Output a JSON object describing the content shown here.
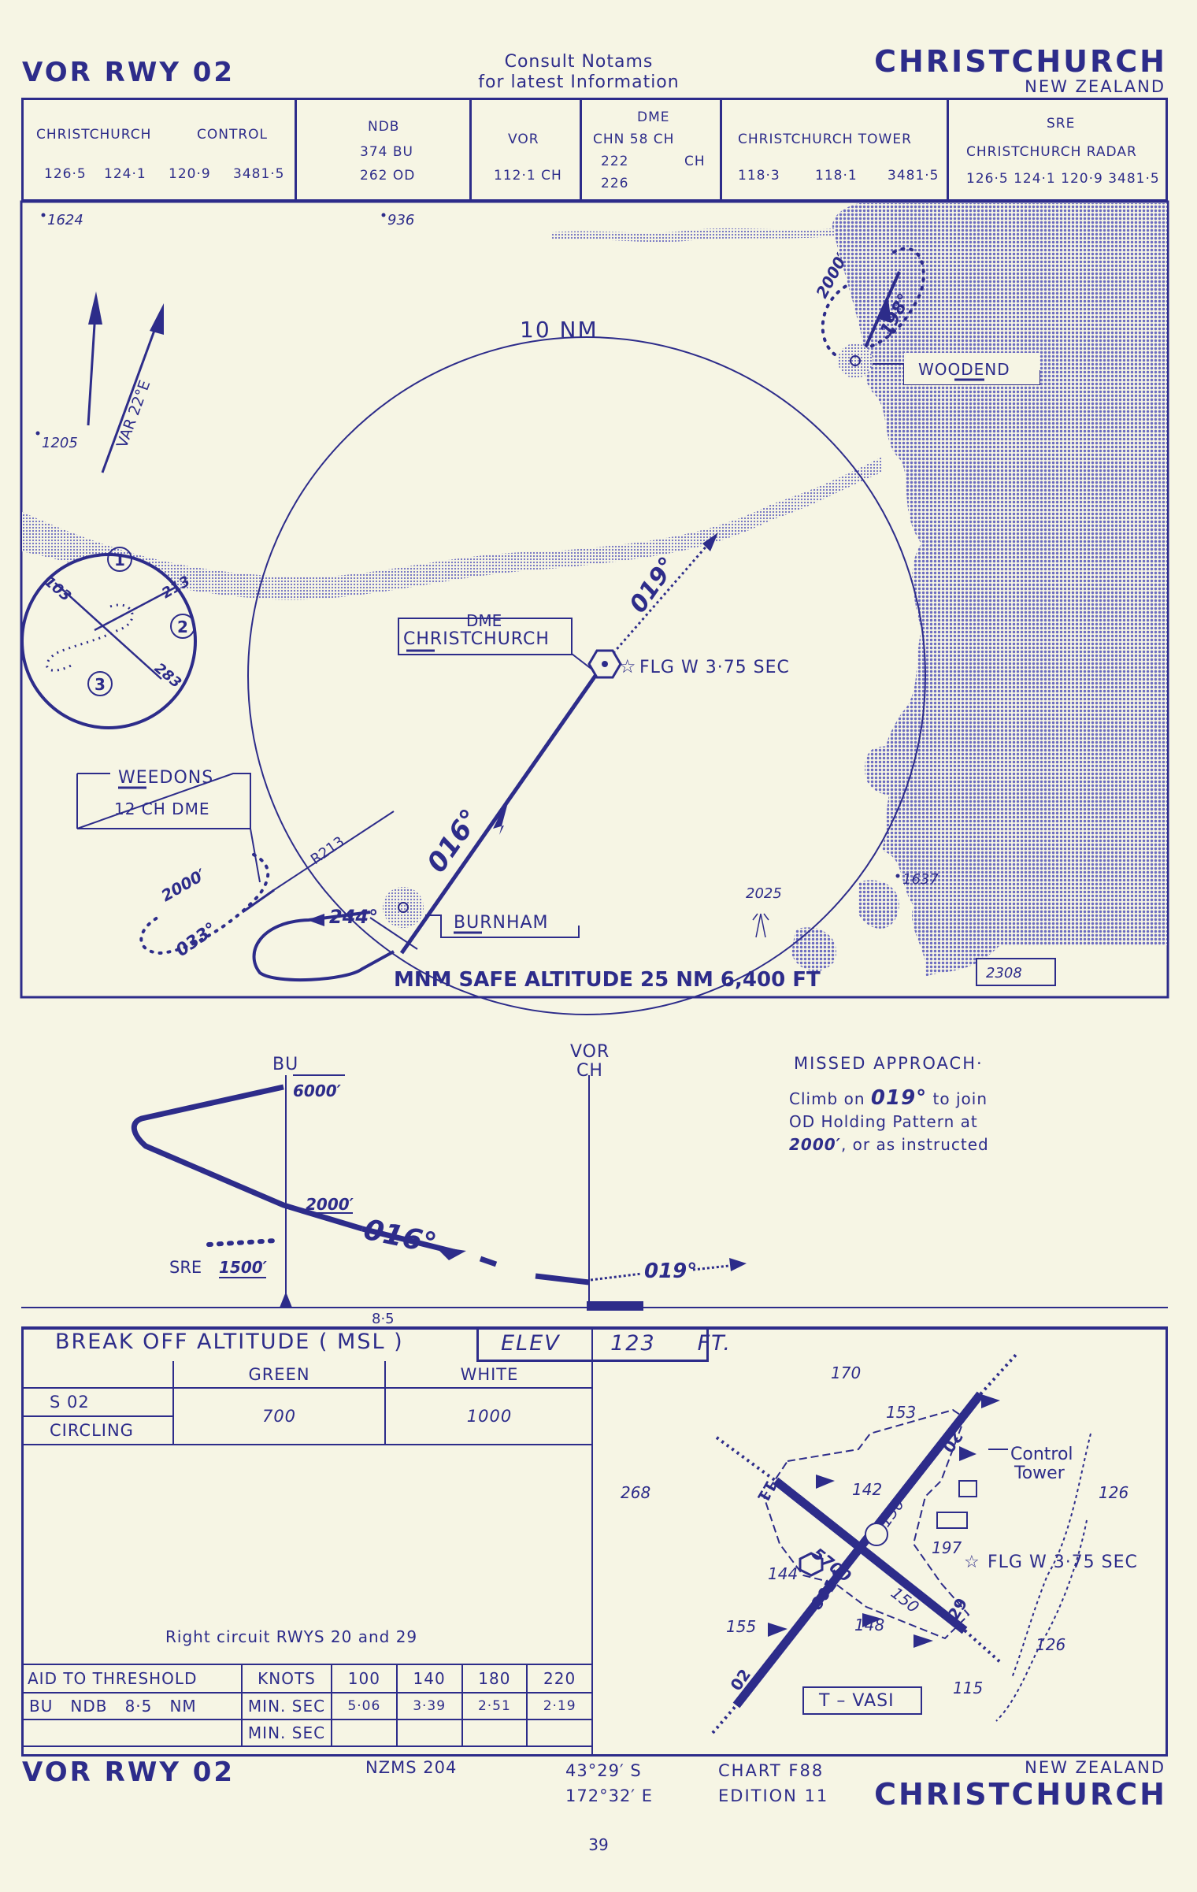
{
  "header": {
    "proc_title": "VOR   RWY  02",
    "notams_1": "Consult  Notams",
    "notams_2": "for  latest  Information",
    "city": "CHRISTCHURCH",
    "country": "NEW ZEALAND"
  },
  "freqs": {
    "control_label": "CHRISTCHURCH",
    "control_label2": "CONTROL",
    "control_values": [
      "126·5",
      "124·1",
      "120·9",
      "3481·5"
    ],
    "ndb_label": "NDB",
    "ndb_line1": "374  BU",
    "ndb_line2": "262  OD",
    "vor_label": "VOR",
    "vor_value": "112·1  CH",
    "dme_label": "DME",
    "dme_line1": "CHN   58   CH",
    "dme_line2": "222",
    "dme_line2b": "CH",
    "dme_line3": "226",
    "tower_label": "CHRISTCHURCH TOWER",
    "tower_values": [
      "118·3",
      "118·1",
      "3481·5"
    ],
    "sre_label": "SRE",
    "sre_label2": "CHRISTCHURCH RADAR",
    "sre_values": "126·5   124·1   120·9   3481·5"
  },
  "plan": {
    "spot_1624": "1624",
    "spot_936": "936",
    "spot_1205": "1205",
    "spot_1637": "1637",
    "spot_2025": "2025",
    "spot_2308": "2308",
    "var": "VAR  22°E",
    "ring_label": "10  NM",
    "woodend": "WOODEND",
    "woodend_alt": "2000′",
    "woodend_hdg": "198°",
    "dme_label": "DME",
    "dme_name": "CHRISTCHURCH",
    "flg": "FLG  W 3·75  SEC",
    "track_019": "019°",
    "track_016": "016°",
    "weedons": "WEEDONS",
    "weedons_dme": "12 CH DME",
    "r213": "R213",
    "hold_alt": "2000′",
    "hold_hdg": "033°",
    "outbound": "244°",
    "burnham": "BURNHAM",
    "msa": "MNM SAFE ALTITUDE 25 NM  6,400 FT",
    "entry_1": "1",
    "entry_2": "2",
    "entry_3": "3",
    "entry_103": "103",
    "entry_213": "213",
    "entry_283": "283"
  },
  "profile": {
    "bu": "BU",
    "bu_alt": "6000′",
    "vor": "VOR",
    "ch": "CH",
    "alt_2000": "2000′",
    "track_016": "016°",
    "sre": "SRE",
    "sre_alt": "1500′",
    "track_019": "019°",
    "dist": "8·5",
    "missed_title": "MISSED  APPROACH·",
    "missed_1a": "Climb  on",
    "missed_1b": "019°",
    "missed_1c": "to  join",
    "missed_2": "OD  Holding  Pattern  at",
    "missed_3a": "2000′",
    "missed_3b": ",  or  as  instructed"
  },
  "minima": {
    "boa_label": "BREAK  OFF  ALTITUDE  ( MSL )",
    "elev_label": "ELEV      123     FT.",
    "col_green": "GREEN",
    "col_white": "WHITE",
    "row1": "S  02",
    "row2": "CIRCLING",
    "green_val": "700",
    "white_val": "1000",
    "circuit_note": "Right  circuit  RWYS  20  and  29"
  },
  "timing": {
    "aid": "AID TO  THRESHOLD",
    "knots": "KNOTS",
    "speeds": [
      "100",
      "140",
      "180",
      "220"
    ],
    "row_aid": "BU   NDB   8·5   NM",
    "minsec": "MIN. SEC",
    "times": [
      "5·06",
      "3·39",
      "2·51",
      "2·19"
    ],
    "minsec2": "MIN. SEC"
  },
  "aerodrome": {
    "spot_170": "170",
    "spot_153": "153",
    "spot_268": "268",
    "spot_142": "142",
    "spot_150a": "150",
    "spot_197": "197",
    "spot_144": "144",
    "spot_155": "155",
    "spot_148": "148",
    "spot_150b": "150",
    "spot_126a": "126",
    "spot_126b": "126",
    "spot_115": "115",
    "rw_5700": "5700",
    "rw_8014": "8014",
    "rw_02": "02",
    "rw_20": "20",
    "rw_29": "29",
    "rw_11": "11",
    "control_tower_1": "Control",
    "control_tower_2": "Tower",
    "flg": "FLG  W  3·75  SEC",
    "tvasi": "T – VASI"
  },
  "footer": {
    "proc_title": "VOR   RWY  02",
    "nzms": "NZMS  204",
    "lat": "43°29′ S",
    "lon": "172°32′ E",
    "chart": "CHART  F88",
    "edition": "EDITION  11",
    "country": "NEW  ZEALAND",
    "city": "CHRISTCHURCH",
    "page": "39"
  },
  "colors": {
    "ink": "#2d2c8a",
    "paper": "#f6f5e4",
    "sea": "#a9a9d8",
    "land_fill": "#b5b5de"
  }
}
